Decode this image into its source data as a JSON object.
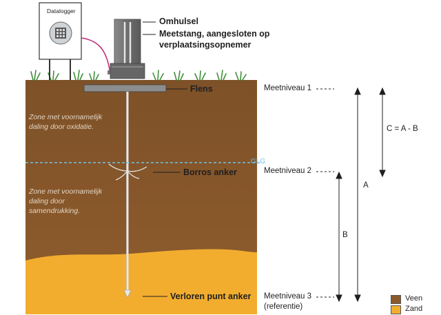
{
  "datalogger": {
    "label": "Datalogger"
  },
  "callouts": {
    "omhulsel": "Omhulsel",
    "meetstang_line1": "Meetstang, aangesloten op",
    "meetstang_line2": "verplaatsingsopnemer",
    "flens": "Flens",
    "borros": "Borros anker",
    "verloren": "Verloren punt anker"
  },
  "zones": {
    "oxidatie_line1": "Zone met voornamelijk",
    "oxidatie_line2": "daling door oxidatie.",
    "samendrukking_line1": "Zone met voornamelijk",
    "samendrukking_line2": "daling door",
    "samendrukking_line3": "samendrukking."
  },
  "glg": "GLG",
  "levels": {
    "meetniveau1": "Meetniveau 1",
    "meetniveau2": "Meetniveau 2",
    "meetniveau3": "Meetniveau 3",
    "referentie": "(referentie)"
  },
  "dimensions": {
    "a": "A",
    "b": "B",
    "c": "C = A - B"
  },
  "legend": [
    {
      "label": "Veen",
      "color": "#8b5a2b"
    },
    {
      "label": "Zand",
      "color": "#f2ad2f"
    }
  ],
  "colors": {
    "veen": "#8b5a2b",
    "zand": "#f2ad2f",
    "glg_line": "#6fc3e8",
    "cable": "#c2307a",
    "grass": "#3f8f3a"
  }
}
